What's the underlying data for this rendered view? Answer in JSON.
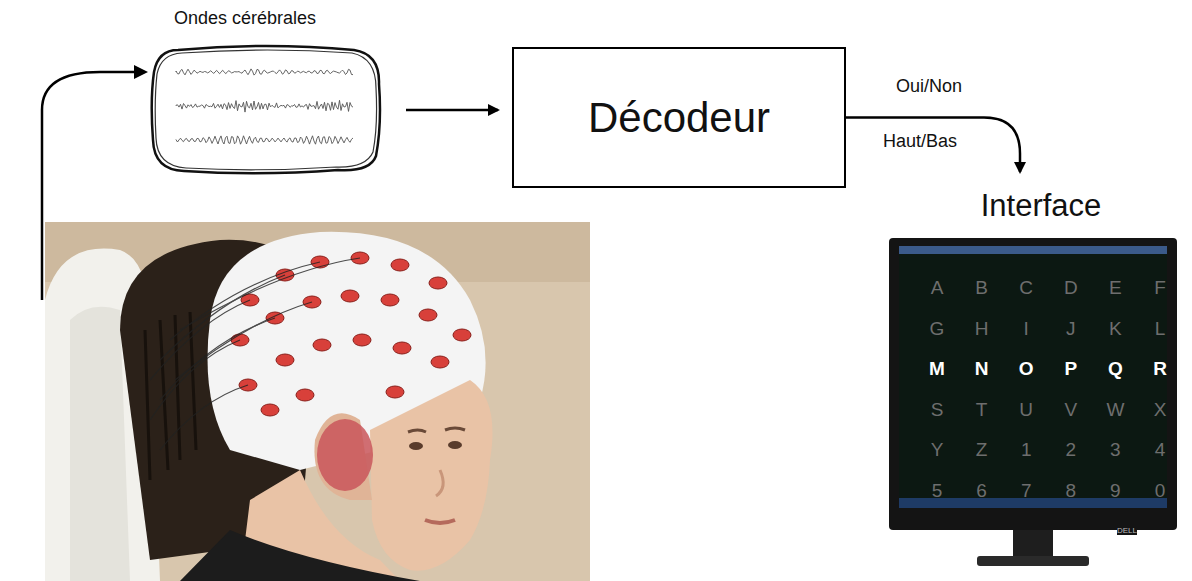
{
  "diagram": {
    "nodes": [
      {
        "text": [
          "Ondes cérébrales"
        ]
      },
      {
        "text": [
          "Décodeur"
        ]
      },
      {
        "text": [
          "Interface"
        ]
      }
    ],
    "edges": [
      {
        "from": 0,
        "to": 1,
        "arrow": "to"
      },
      {
        "from": 1,
        "to": 2,
        "arrow": "to",
        "label": "Oui/Non"
      }
    ],
    "labels": [
      "Haut/Bas",
      "A",
      "B",
      "C",
      "D",
      "E",
      "F",
      "G",
      "H",
      "I",
      "J",
      "K",
      "L",
      "M",
      "N",
      "O",
      "P",
      "Q",
      "R",
      "S",
      "T",
      "U",
      "V",
      "W",
      "X",
      "Y",
      "Z",
      "1",
      "2",
      "3",
      "4",
      "5",
      "6",
      "7",
      "8",
      "9",
      "0",
      "DELL"
    ]
  }
}
